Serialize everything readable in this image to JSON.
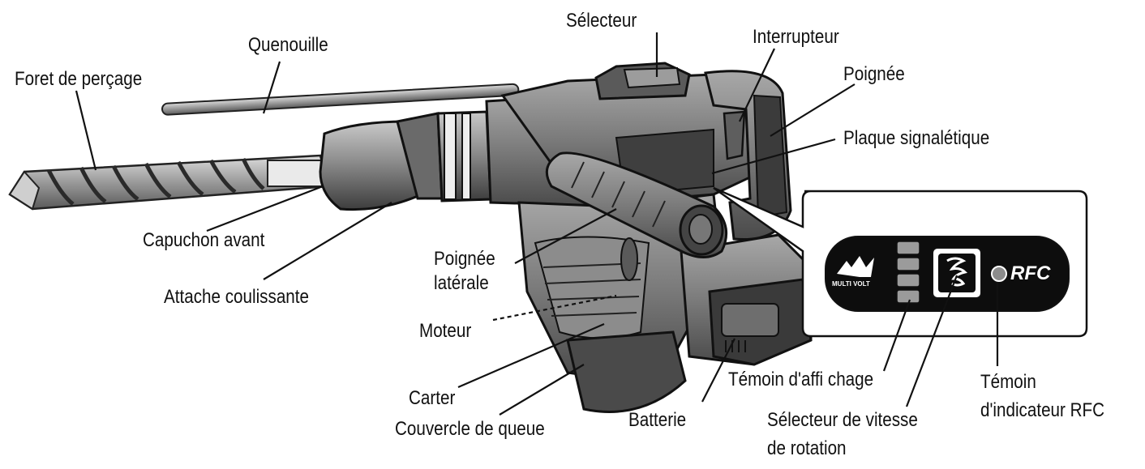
{
  "labels": {
    "foret": "Foret de perçage",
    "quenouille": "Quenouille",
    "selecteur": "Sélecteur",
    "interrupteur": "Interrupteur",
    "poignee": "Poignée",
    "plaque": "Plaque signalétique",
    "capuchon": "Capuchon avant",
    "attache": "Attache coulissante",
    "poignee_laterale_1": "Poignée",
    "poignee_laterale_2": "latérale",
    "moteur": "Moteur",
    "carter": "Carter",
    "couvercle": "Couvercle de queue",
    "batterie": "Batterie",
    "temoin_affichage": "Témoin d'affi  chage",
    "selecteur_vitesse_1": "Sélecteur de vitesse",
    "selecteur_vitesse_2": "de rotation",
    "temoin_rfc_1": "Témoin",
    "temoin_rfc_2": "d'indicateur RFC"
  },
  "panel": {
    "logo_text": "MULTI VOLT",
    "rfc_text": "RFC"
  },
  "colors": {
    "line": "#111111",
    "body_gray": "#7a7a7a",
    "dark_gray": "#3a3a3a",
    "light_gray": "#b8b8b8",
    "panel_black": "#0d0d0d"
  }
}
